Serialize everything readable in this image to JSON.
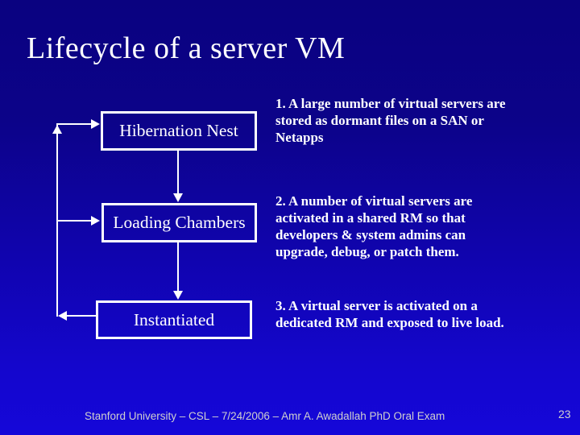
{
  "slide": {
    "title": "Lifecycle of a server VM",
    "boxes": [
      {
        "label": "Hibernation Nest"
      },
      {
        "label": "Loading Chambers"
      },
      {
        "label": "Instantiated"
      }
    ],
    "notes": [
      {
        "text": "1. A large number of virtual servers are\nstored as dormant files on a SAN or\nNetapps"
      },
      {
        "text": "2. A number of virtual servers are\nactivated in a shared RM so that\ndevelopers & system admins can\nupgrade, debug, or patch them."
      },
      {
        "text": "3. A virtual server is activated on a\ndedicated RM and exposed to live load."
      }
    ],
    "footer": "Stanford University – CSL – 7/24/2006 – Amr A. Awadallah PhD Oral Exam",
    "page_number": "23",
    "colors": {
      "bg_top": "#0a0280",
      "bg_bottom": "#1507d9",
      "box_border": "#ffffff",
      "text": "#ffffff",
      "footer_text": "#cfcfcf"
    }
  }
}
